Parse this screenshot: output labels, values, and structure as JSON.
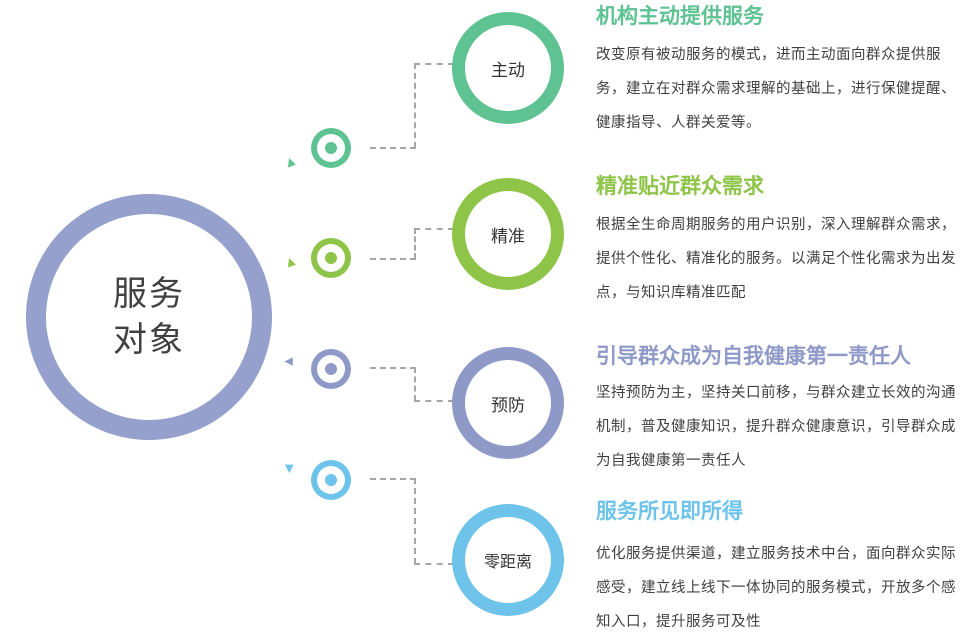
{
  "center": {
    "line1": "服务",
    "line2": "对象"
  },
  "colors": {
    "center": "#95a0cc"
  },
  "items": [
    {
      "node_label": "主动",
      "title": "机构主动提供服务",
      "description": "改变原有被动服务的模式，进而主动面向群众提供服务，建立在对群众需求理解的基础上，进行保健提醒、健康指导、人群关爱等。",
      "color": "#5fc292",
      "icon": "triangle-arrow-icon"
    },
    {
      "node_label": "精准",
      "title": "精准贴近群众需求",
      "description": "根据全生命周期服务的用户识别，深入理解群众需求，提供个性化、精准化的服务。以满足个性化需求为出发点，与知识库精准匹配",
      "color": "#8ec549",
      "icon": "triangle-arrow-icon"
    },
    {
      "node_label": "预防",
      "title": "引导群众成为自我健康第一责任人",
      "description": "坚持预防为主，坚持关口前移，与群众建立长效的沟通机制，普及健康知识，提升群众健康意识，引导群众成为自我健康第一责任人",
      "color": "#8e99c8",
      "icon": "triangle-arrow-icon"
    },
    {
      "node_label": "零距离",
      "title": "服务所见即所得",
      "description": "优化服务提供渠道，建立服务技术中台，面向群众实际感受，建立线上线下一体协同的服务模式，开放多个感知入口，提升服务可及性",
      "color": "#6dc3ea",
      "icon": "triangle-arrow-icon"
    }
  ]
}
